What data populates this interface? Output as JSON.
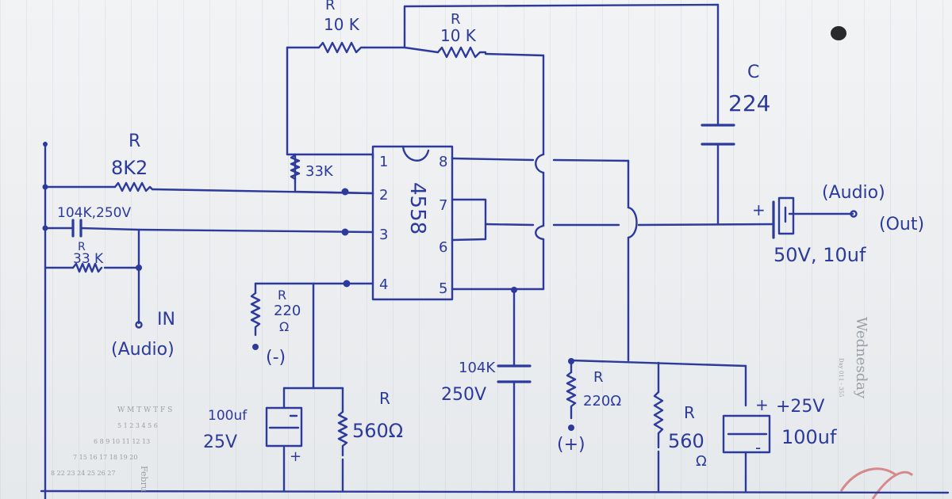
{
  "resistors": {
    "top_left": {
      "designator": "R",
      "value": "10 K"
    },
    "top_right": {
      "designator": "R",
      "value": "10 K"
    },
    "input_series": {
      "designator": "R",
      "value": "8K2"
    },
    "feedback": {
      "value": "33K"
    },
    "input_bias": {
      "designator": "R",
      "value": "33 K"
    },
    "minus_supply": {
      "designator": "R",
      "value": "220",
      "unit": "Ω"
    },
    "lower_left": {
      "designator": "R",
      "value": "560Ω"
    },
    "plus_supply": {
      "designator": "R",
      "value": "220Ω"
    },
    "lower_right": {
      "designator": "R",
      "value": "560",
      "unit": "Ω"
    }
  },
  "capacitors": {
    "feedback_cap": {
      "designator": "C",
      "value": "224"
    },
    "input_cap": {
      "value": "104K,250V"
    },
    "mid_cap": {
      "value": "104K",
      "rating": "250V"
    },
    "left_electrolytic": {
      "value": "100uf",
      "rating": "25V",
      "plus": "+"
    },
    "right_electrolytic": {
      "value": "100uf",
      "rating": "+25V",
      "plus": "+",
      "minus": "-"
    },
    "output_cap": {
      "value": "50V, 10uf",
      "plus": "+"
    }
  },
  "ic": {
    "part": "4558",
    "pins": [
      "1",
      "2",
      "3",
      "4",
      "5",
      "6",
      "7",
      "8"
    ]
  },
  "terminals": {
    "input": {
      "label": "IN",
      "sub": "(Audio)"
    },
    "output": {
      "label": "(Audio)",
      "sub": "(Out)"
    },
    "minus": {
      "label": "(-)"
    },
    "plus": {
      "label": "(+)"
    }
  },
  "calendar": {
    "weekdays": "W M T W T F S",
    "rows": [
      "5 1 2 3 4 5 6",
      "6 8 9 10 11 12 13",
      "7 15 16 17 18 19 20",
      "8 22 23 24 25 26 27"
    ],
    "month": "Febru",
    "day_name": "Wednesday",
    "day_sub": "Day 011 - 355"
  },
  "colors": {
    "ink": "#2c3a9c",
    "paper": "#eef0f2",
    "print": "#9aa0a6"
  }
}
